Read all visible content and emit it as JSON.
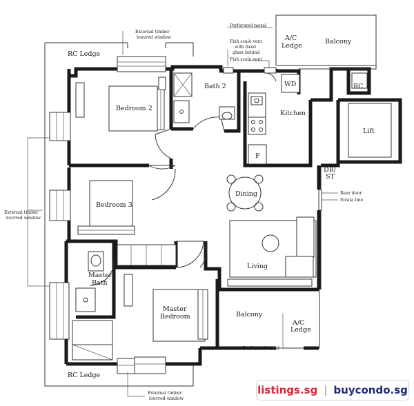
{
  "rooms": {
    "bedroom2": "Bedroom 2",
    "bath2": "Bath 2",
    "kitchen": "Kitchen",
    "balcony_top": "Balcony",
    "ac_ledge_top_1": "A/C",
    "ac_ledge_top_2": "Ledge",
    "wd": "WD",
    "rc": "RC",
    "lift": "Lift",
    "fridge": "F",
    "db_st_1": "DB/",
    "db_st_2": "ST",
    "dining": "Dining",
    "bedroom3": "Bedroom 3",
    "living": "Living",
    "master_bath_1": "Master",
    "master_bath_2": "Bath",
    "master_bedroom_1": "Master",
    "master_bedroom_2": "Bedroom",
    "balcony_bottom": "Balcony",
    "ac_ledge_bottom_1": "A/C",
    "ac_ledge_bottom_2": "Ledge",
    "rc_ledge_top": "RC Ledge",
    "rc_ledge_bottom": "RC Ledge"
  },
  "annotations": {
    "ext_window_top_1": "External timber",
    "ext_window_top_2": "louvred window",
    "perforated_metal_top": "Perforated metal",
    "fish_vent_glass_1": "Fish scale vent",
    "fish_vent_glass_2": "with fixed",
    "fish_vent_glass_3": "glass behind",
    "fish_vent": "Fish scale vent",
    "ext_window_left_1": "External timber",
    "ext_window_left_2": "louvred window",
    "rear_door": "Rear door",
    "strata_line": "Strata line",
    "perforated_metal_bottom": "Perforated metal",
    "ext_window_bottom_1": "External timber",
    "ext_window_bottom_2": "louvred window"
  },
  "watermark": {
    "brand_a": "listings.sg",
    "separator": "|",
    "brand_b": "buycondo.sg"
  },
  "colors": {
    "brand_a": "#e0243b",
    "brand_b": "#1f2a78"
  }
}
